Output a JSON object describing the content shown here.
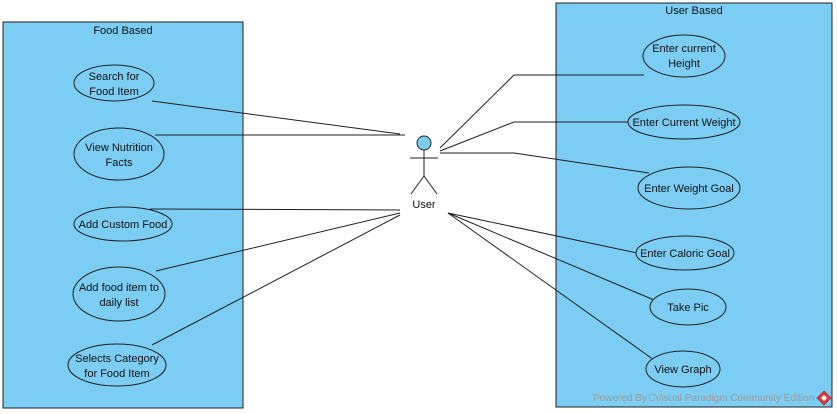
{
  "diagram": {
    "systems": {
      "food": {
        "title": "Food Based"
      },
      "user": {
        "title": "User Based"
      }
    },
    "actor": {
      "label": "User"
    },
    "food_use_cases": [
      {
        "lines": [
          "Search for",
          "Food Item"
        ]
      },
      {
        "lines": [
          "View Nutrition",
          "Facts"
        ]
      },
      {
        "lines": [
          "Add Custom Food"
        ]
      },
      {
        "lines": [
          "Add food item to",
          "daily list"
        ]
      },
      {
        "lines": [
          "Selects Category",
          "for Food Item"
        ]
      }
    ],
    "user_use_cases": [
      {
        "lines": [
          "Enter current",
          "Height"
        ]
      },
      {
        "lines": [
          "Enter Current Weight"
        ]
      },
      {
        "lines": [
          "Enter Weight Goal"
        ]
      },
      {
        "lines": [
          "Enter Caloric Goal"
        ]
      },
      {
        "lines": [
          "Take Pic"
        ]
      },
      {
        "lines": [
          "View Graph"
        ]
      }
    ],
    "watermark": "Powered By ⎕Visual Paradigm Community Edition"
  }
}
